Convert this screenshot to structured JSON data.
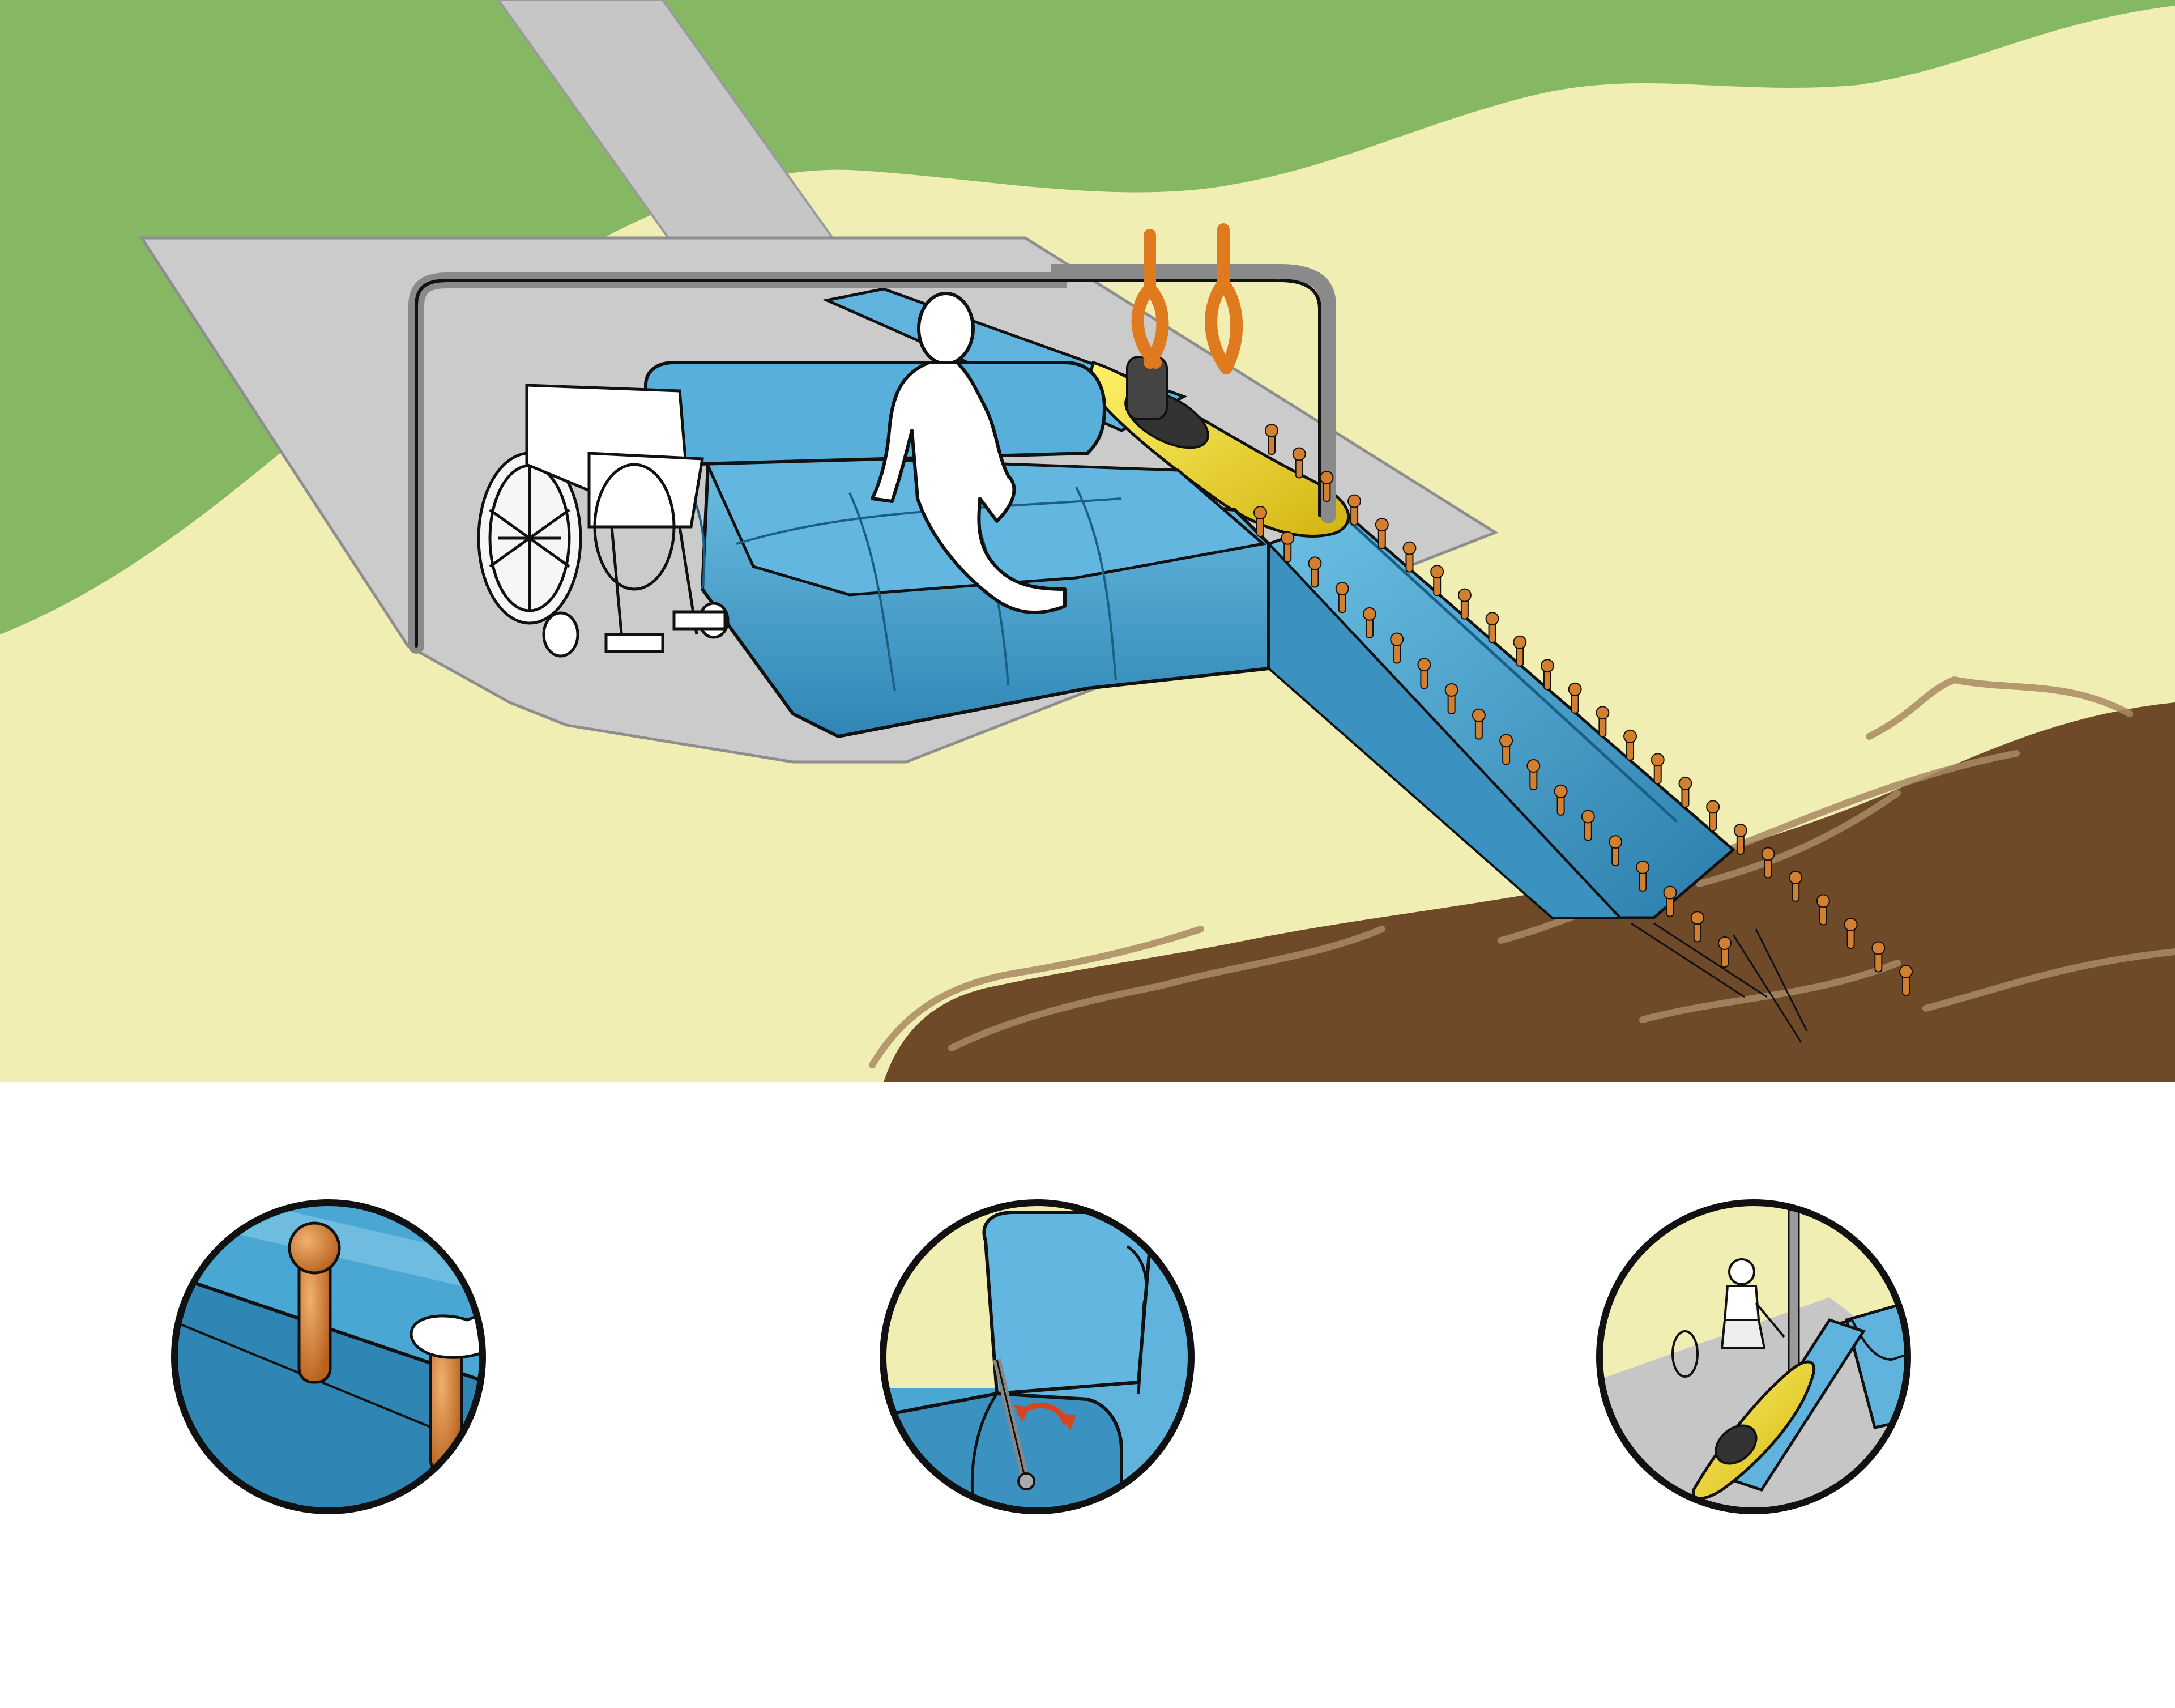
{
  "colors": {
    "grass": "#86b864",
    "sand": "#f1eeb3",
    "concrete": "#c8c8c8",
    "pad": "#4aa6d2",
    "pad_light": "#7fc6e6",
    "pad_dark": "#2f7fa8",
    "mud": "#6e4a28",
    "mud_light": "#9b7a55",
    "kayak": "#f3dc20",
    "peg": "#d27f2f",
    "strap": "#e07a1e",
    "arrow": "#d9441e",
    "frame": "#8a8a8a",
    "figure": "#ffffff",
    "outline": "#111111"
  },
  "scene": {
    "illustration": "kayak-launch-pad-illustration",
    "details": [
      {
        "name": "detail-handle-pegs",
        "icon": "handle-peg-icon"
      },
      {
        "name": "detail-backrest-lever",
        "icon": "lever-arrow-icon"
      },
      {
        "name": "detail-kayak-slide",
        "icon": "kayak-icon"
      }
    ]
  }
}
